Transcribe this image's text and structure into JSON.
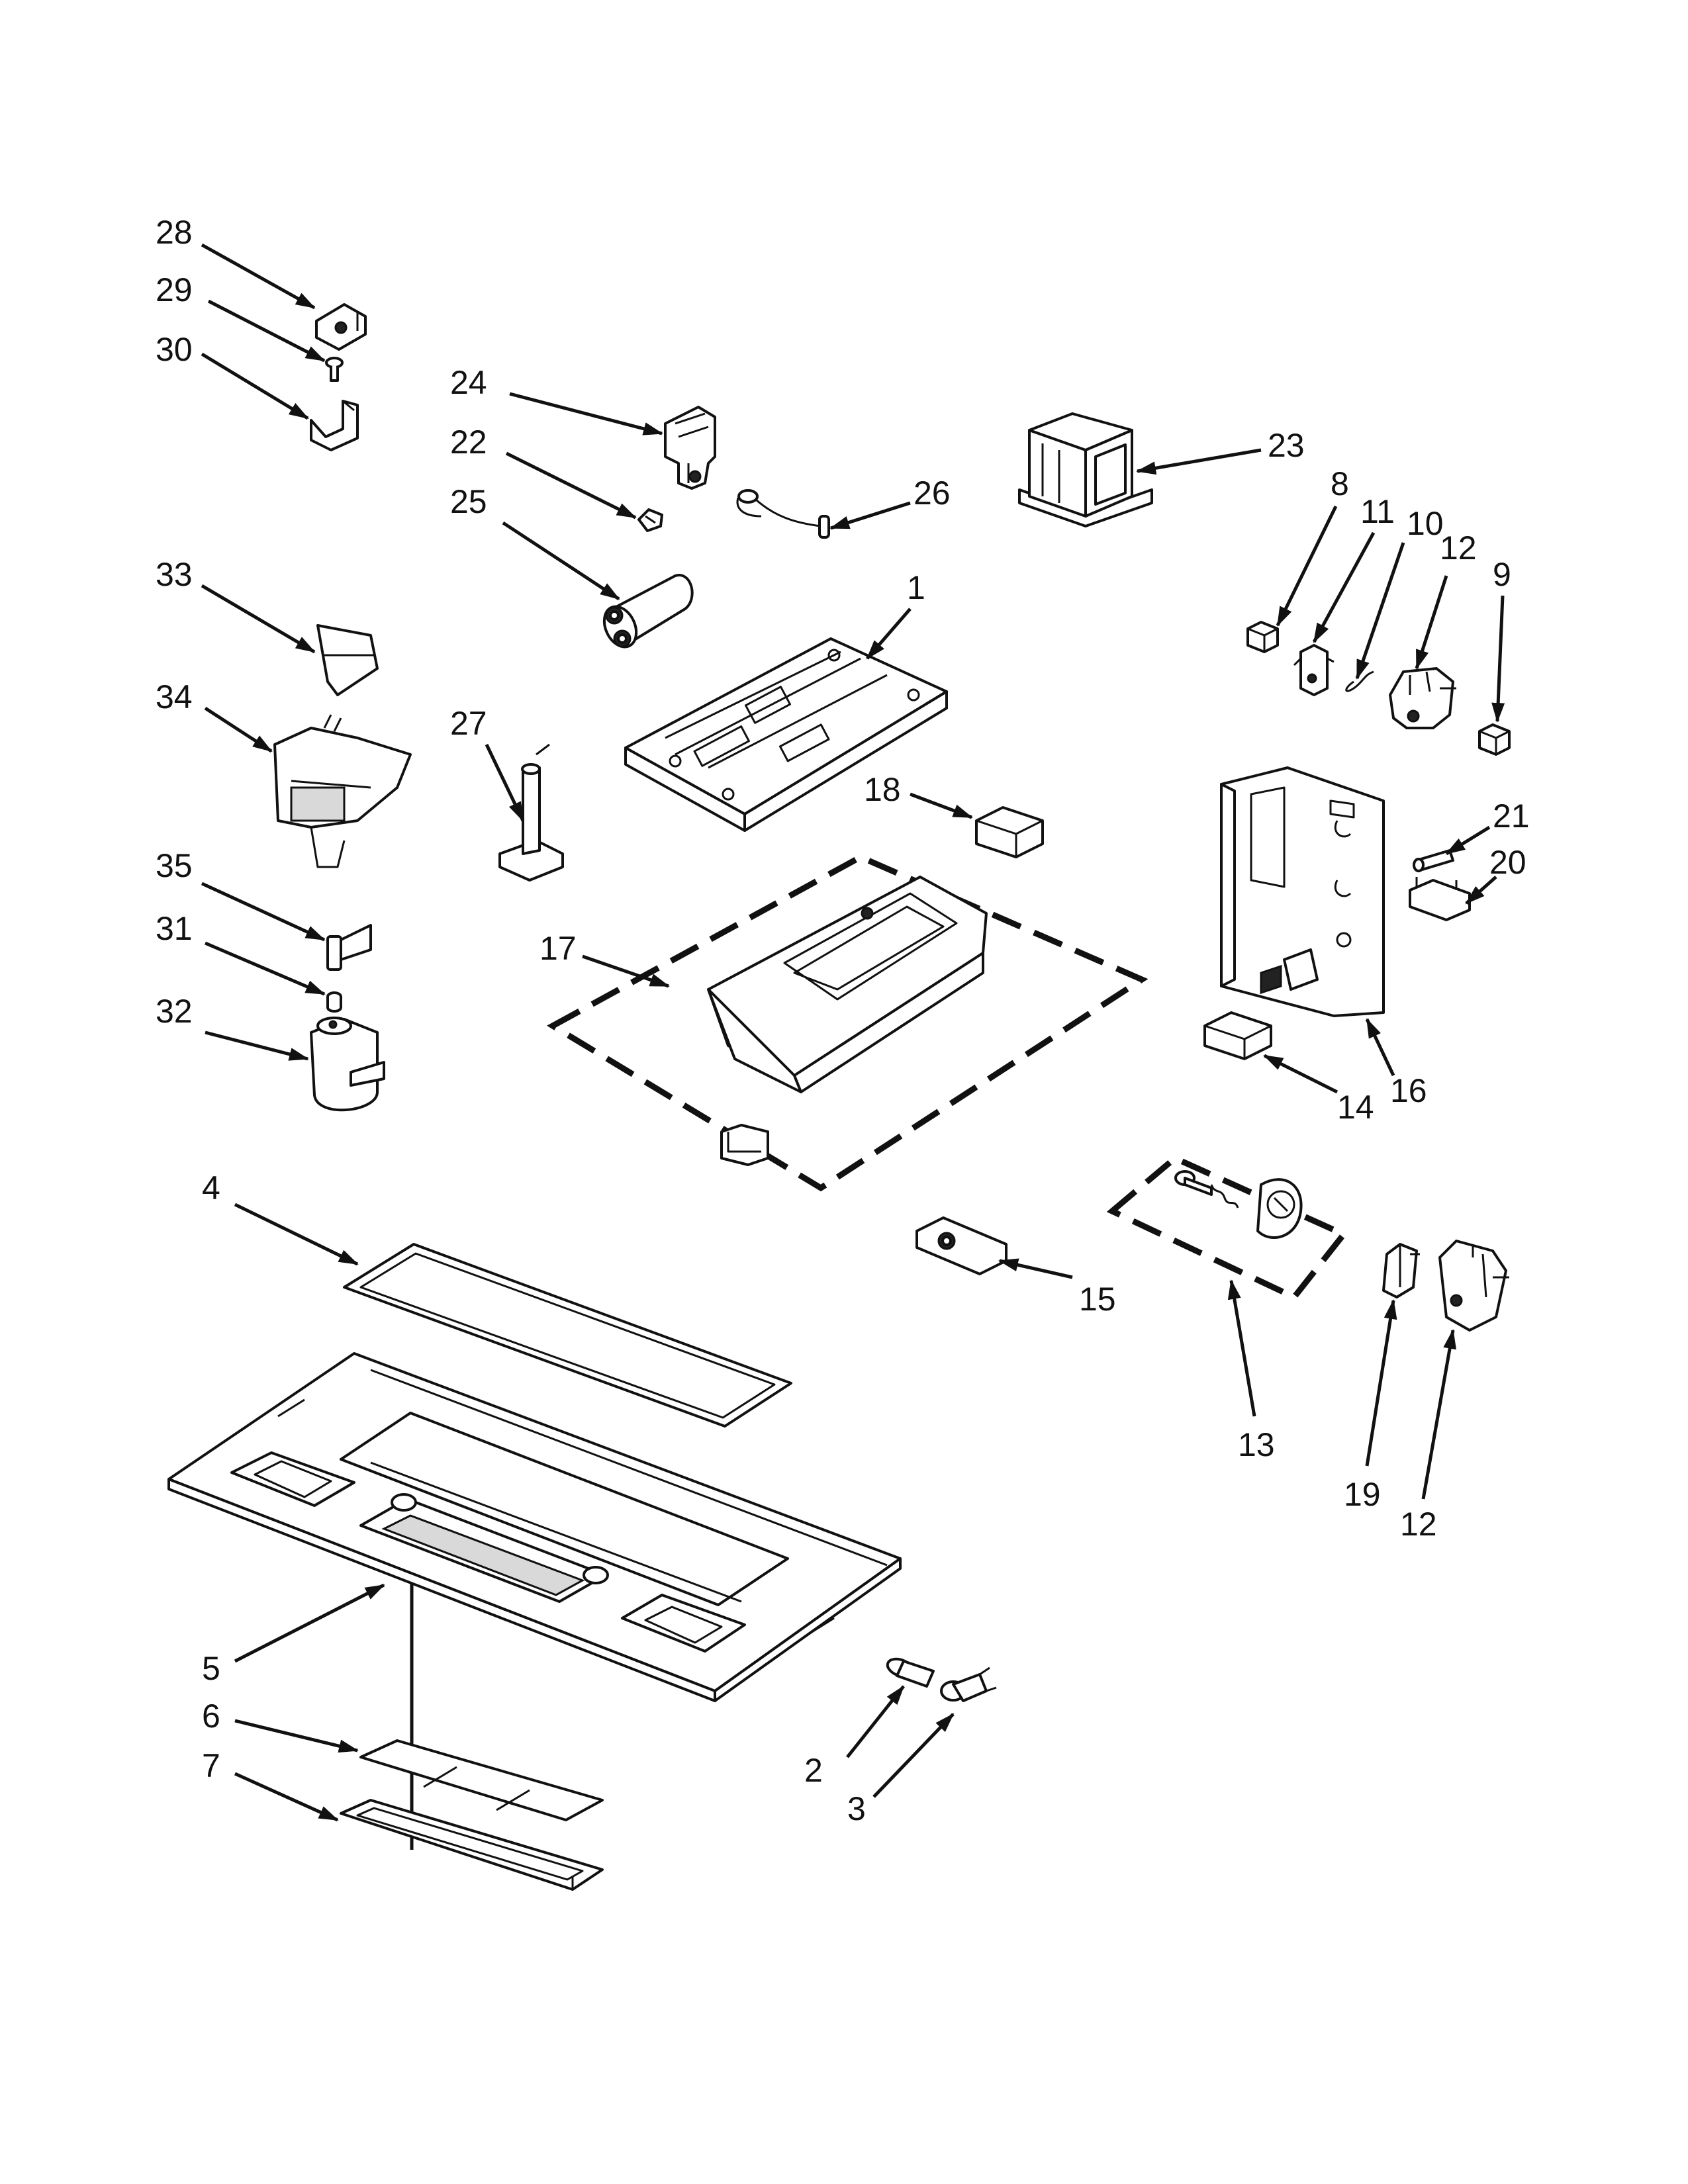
{
  "callouts": {
    "p1": "1",
    "p2": "2",
    "p3": "3",
    "p4": "4",
    "p5": "5",
    "p6": "6",
    "p7": "7",
    "p8": "8",
    "p9": "9",
    "p10": "10",
    "p11": "11",
    "p12a": "12",
    "p12b": "12",
    "p13": "13",
    "p14": "14",
    "p15": "15",
    "p16": "16",
    "p17": "17",
    "p18": "18",
    "p19": "19",
    "p20": "20",
    "p21": "21",
    "p22": "22",
    "p23": "23",
    "p24": "24",
    "p25": "25",
    "p26": "26",
    "p27": "27",
    "p28": "28",
    "p29": "29",
    "p30": "30",
    "p31": "31",
    "p32": "32",
    "p33": "33",
    "p34": "34",
    "p35": "35"
  }
}
